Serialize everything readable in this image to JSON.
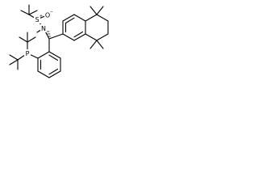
{
  "molecule": {
    "atoms": {
      "sulfur": "S",
      "sulfur_charge": "+",
      "oxygen": "O",
      "oxygen_charge": "−",
      "nitrogen": "N",
      "phosphorus": "P"
    },
    "colors": {
      "bond": "#000000",
      "background": "#ffffff"
    }
  }
}
